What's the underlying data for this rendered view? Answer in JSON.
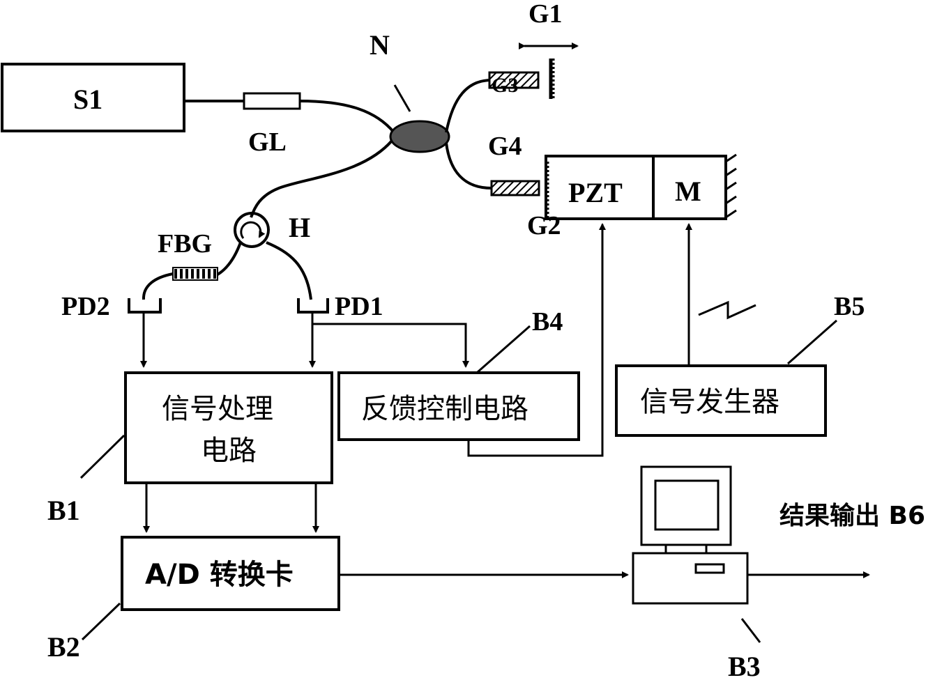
{
  "labels": {
    "s1": "S1",
    "gl": "GL",
    "n": "N",
    "g1": "G1",
    "g3": "G3",
    "g4": "G4",
    "pzt": "PZT",
    "m": "M",
    "g2": "G2",
    "h": "H",
    "fbg": "FBG",
    "pd2": "PD2",
    "pd1": "PD1",
    "b4": "B4",
    "b5": "B5",
    "b1": "B1",
    "b2": "B2",
    "b3": "B3"
  },
  "blocks": {
    "signal_processing_line1": "信号处理",
    "signal_processing_line2": "电路",
    "feedback_control": "反馈控制电路",
    "signal_generator": "信号发生器",
    "ad_card": "A/D  转换卡",
    "result_output": "结果输出 B6"
  }
}
